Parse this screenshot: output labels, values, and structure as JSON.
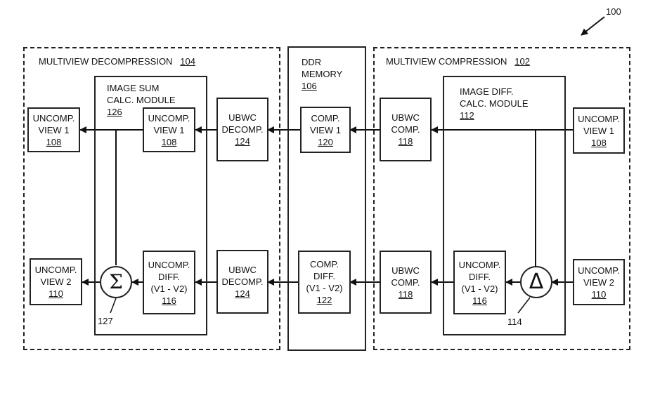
{
  "figure_ref": "100",
  "decompression": {
    "title": "MULTIVIEW DECOMPRESSION",
    "ref": "104",
    "sum_module": {
      "title_line1": "IMAGE SUM",
      "title_line2": "CALC. MODULE",
      "ref": "126"
    },
    "uncomp_view1_out": {
      "line1": "UNCOMP.",
      "line2": "VIEW 1",
      "ref": "108"
    },
    "uncomp_view1_in": {
      "line1": "UNCOMP.",
      "line2": "VIEW 1",
      "ref": "108"
    },
    "uncomp_view2_out": {
      "line1": "UNCOMP.",
      "line2": "VIEW 2",
      "ref": "110"
    },
    "uncomp_diff": {
      "line1": "UNCOMP.",
      "line2": "DIFF.",
      "line3": "(V1 - V2)",
      "ref": "116"
    },
    "ubwc_decomp_top": {
      "line1": "UBWC",
      "line2": "DECOMP.",
      "ref": "124"
    },
    "ubwc_decomp_bottom": {
      "line1": "UBWC",
      "line2": "DECOMP.",
      "ref": "124"
    },
    "sum_symbol": "Σ",
    "sum_ref": "127"
  },
  "memory": {
    "title_line1": "DDR",
    "title_line2": "MEMORY",
    "ref": "106",
    "comp_view1": {
      "line1": "COMP.",
      "line2": "VIEW 1",
      "ref": "120"
    },
    "comp_diff": {
      "line1": "COMP.",
      "line2": "DIFF.",
      "line3": "(V1 - V2)",
      "ref": "122"
    }
  },
  "compression": {
    "title": "MULTIVIEW COMPRESSION",
    "ref": "102",
    "diff_module": {
      "title_line1": "IMAGE DIFF.",
      "title_line2": "CALC. MODULE",
      "ref": "112"
    },
    "ubwc_comp_top": {
      "line1": "UBWC",
      "line2": "COMP.",
      "ref": "118"
    },
    "ubwc_comp_bottom": {
      "line1": "UBWC",
      "line2": "COMP.",
      "ref": "118"
    },
    "uncomp_view1": {
      "line1": "UNCOMP.",
      "line2": "VIEW 1",
      "ref": "108"
    },
    "uncomp_view2": {
      "line1": "UNCOMP.",
      "line2": "VIEW 2",
      "ref": "110"
    },
    "uncomp_diff": {
      "line1": "UNCOMP.",
      "line2": "DIFF.",
      "line3": "(V1 - V2)",
      "ref": "116"
    },
    "diff_symbol": "Δ",
    "diff_ref": "114"
  }
}
